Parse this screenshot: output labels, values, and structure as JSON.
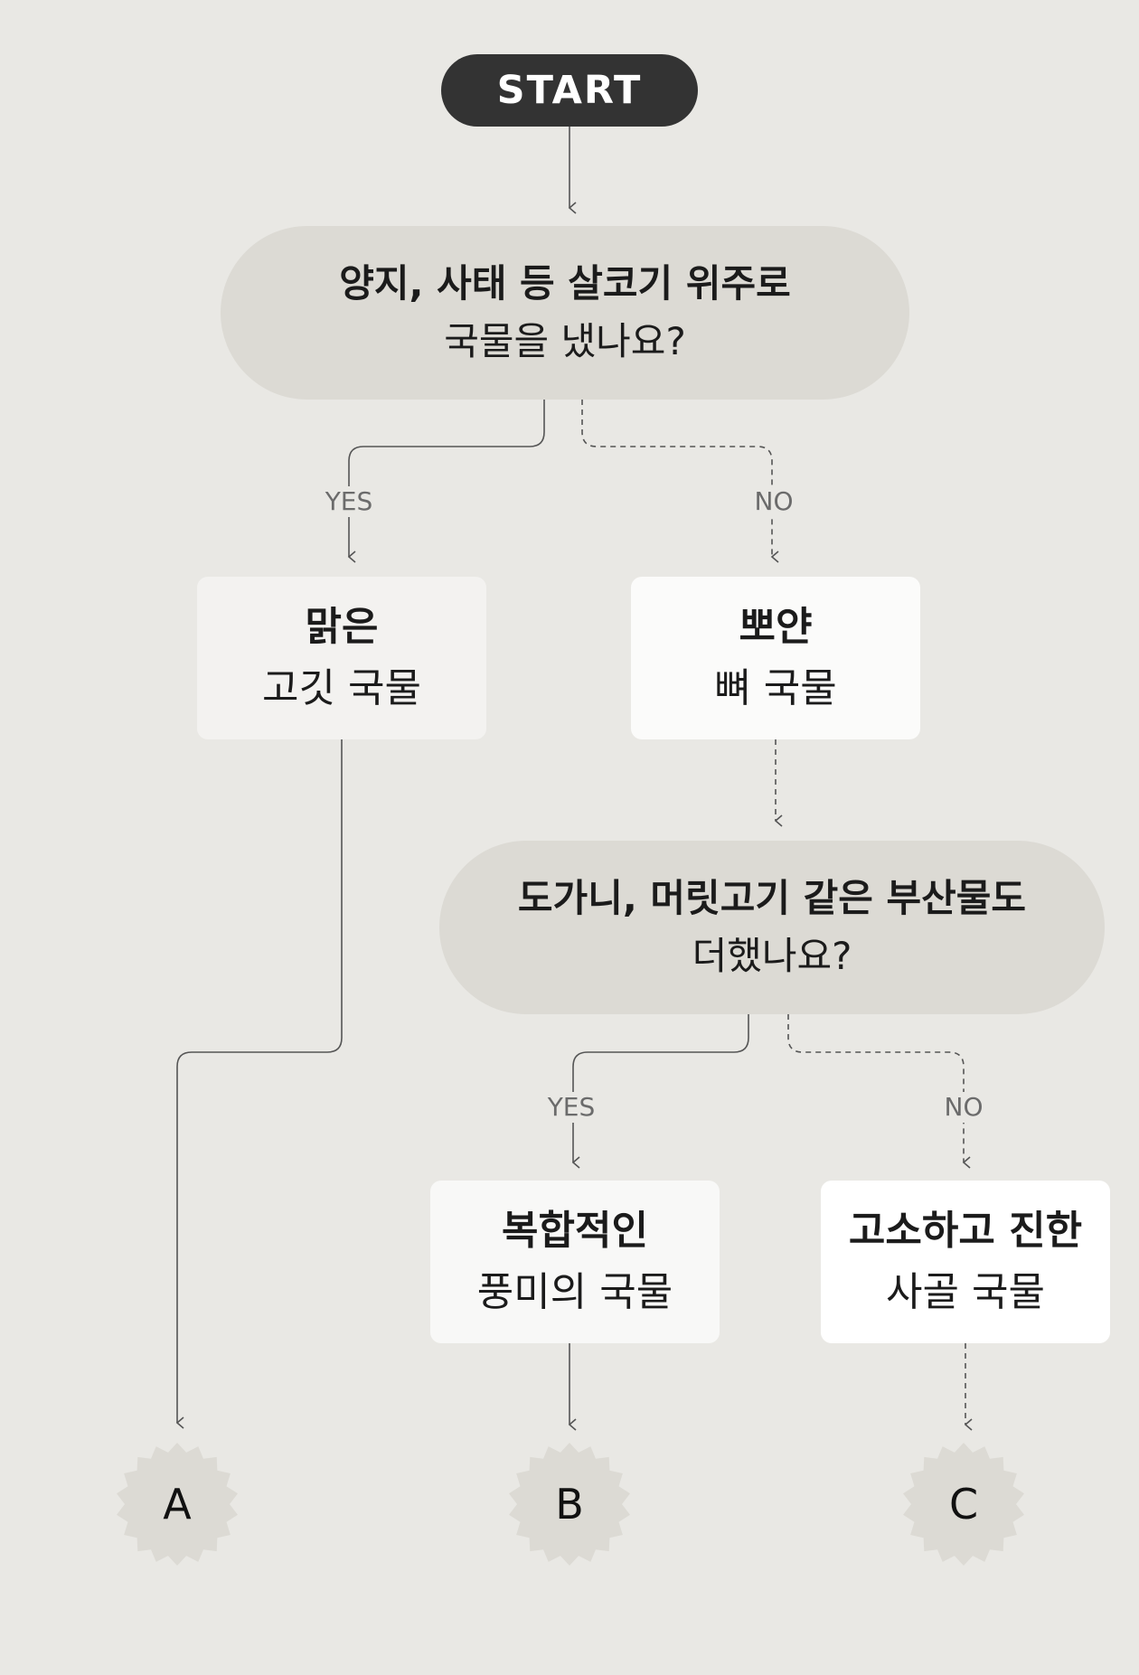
{
  "flowchart": {
    "start_label": "START",
    "question_1": {
      "line_1": "양지, 사태 등 살코기 위주로",
      "line_2": "국물을 냈나요?"
    },
    "question_2": {
      "line_1": "도가니, 머릿고기 같은 부산물도",
      "line_2": "더했나요?"
    },
    "edge_labels": {
      "q1_yes": "YES",
      "q1_no": "NO",
      "q2_yes": "YES",
      "q2_no": "NO"
    },
    "results": {
      "clear": {
        "line_1": "맑은",
        "line_2": "고깃 국물"
      },
      "milky": {
        "line_1": "뽀얀",
        "line_2": "뼈 국물"
      },
      "complex": {
        "line_1": "복합적인",
        "line_2": "풍미의 국물"
      },
      "rich": {
        "line_1": "고소하고 진한",
        "line_2": "사골 국물"
      }
    },
    "badges": {
      "a": "A",
      "b": "B",
      "c": "C"
    }
  },
  "colors": {
    "background": "#e9e8e4",
    "start_fill": "#333333",
    "question_fill": "#dcdad4",
    "badge_fill": "#dcdad4",
    "line": "#555555"
  }
}
